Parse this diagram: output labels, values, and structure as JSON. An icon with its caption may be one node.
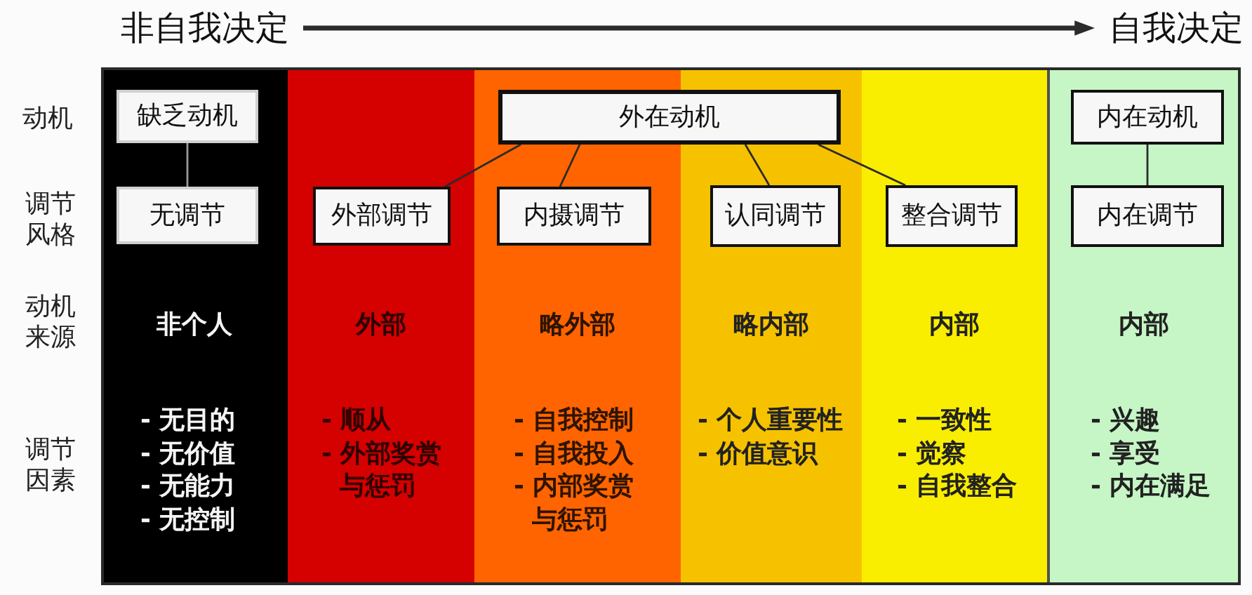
{
  "diagram": {
    "nodes": [
      {
        "text": [
          "非自我决定"
        ]
      },
      {
        "text": [
          "自我决定"
        ]
      },
      {
        "text": [
          "非个人",
          "- 无目的",
          "- 无价值",
          "- 无能力",
          "- 无控制"
        ]
      },
      {
        "text": [
          "外部",
          "- 顺从",
          "- 外部奖赏与惩罚"
        ]
      },
      {
        "text": [
          "略外部",
          "- 自我控制",
          "- 自我投入",
          "- 内部奖赏与惩罚"
        ]
      },
      {
        "text": [
          "略内部",
          "- 个人重要性",
          "- 价值意识"
        ]
      },
      {
        "text": [
          "内部",
          "- 一致性",
          "- 觉察",
          "- 自我整合"
        ]
      },
      {
        "text": [
          "内部",
          "- 兴趣",
          "- 享受",
          "- 内在满足"
        ]
      },
      {
        "text": [
          "缺乏动机"
        ],
        "in": 2
      },
      {
        "text": [
          "外在动机"
        ]
      },
      {
        "text": [
          "内在动机"
        ],
        "in": 7
      },
      {
        "text": [
          "无调节"
        ],
        "in": 2
      },
      {
        "text": [
          "外部调节"
        ],
        "in": 3
      },
      {
        "text": [
          "内摄调节"
        ],
        "in": 4
      },
      {
        "text": [
          "认同调节"
        ],
        "in": 5
      },
      {
        "text": [
          "整合调节"
        ],
        "in": 6
      },
      {
        "text": [
          "内在调节"
        ],
        "in": 7
      }
    ],
    "edges": [
      {
        "from": 0,
        "to": 1,
        "arrow": "to",
        "style": "thick"
      },
      {
        "from": 8,
        "to": 11,
        "arrow": "none",
        "color": "#9a9a9a"
      },
      {
        "from": 9,
        "to": 12,
        "arrow": "none"
      },
      {
        "from": 9,
        "to": 13,
        "arrow": "none"
      },
      {
        "from": 9,
        "to": 14,
        "arrow": "none"
      },
      {
        "from": 9,
        "to": 15,
        "arrow": "none"
      },
      {
        "from": 10,
        "to": 16,
        "arrow": "none"
      }
    ],
    "labels": [
      "动机",
      "调节风格",
      "动机来源",
      "调节因素"
    ]
  }
}
